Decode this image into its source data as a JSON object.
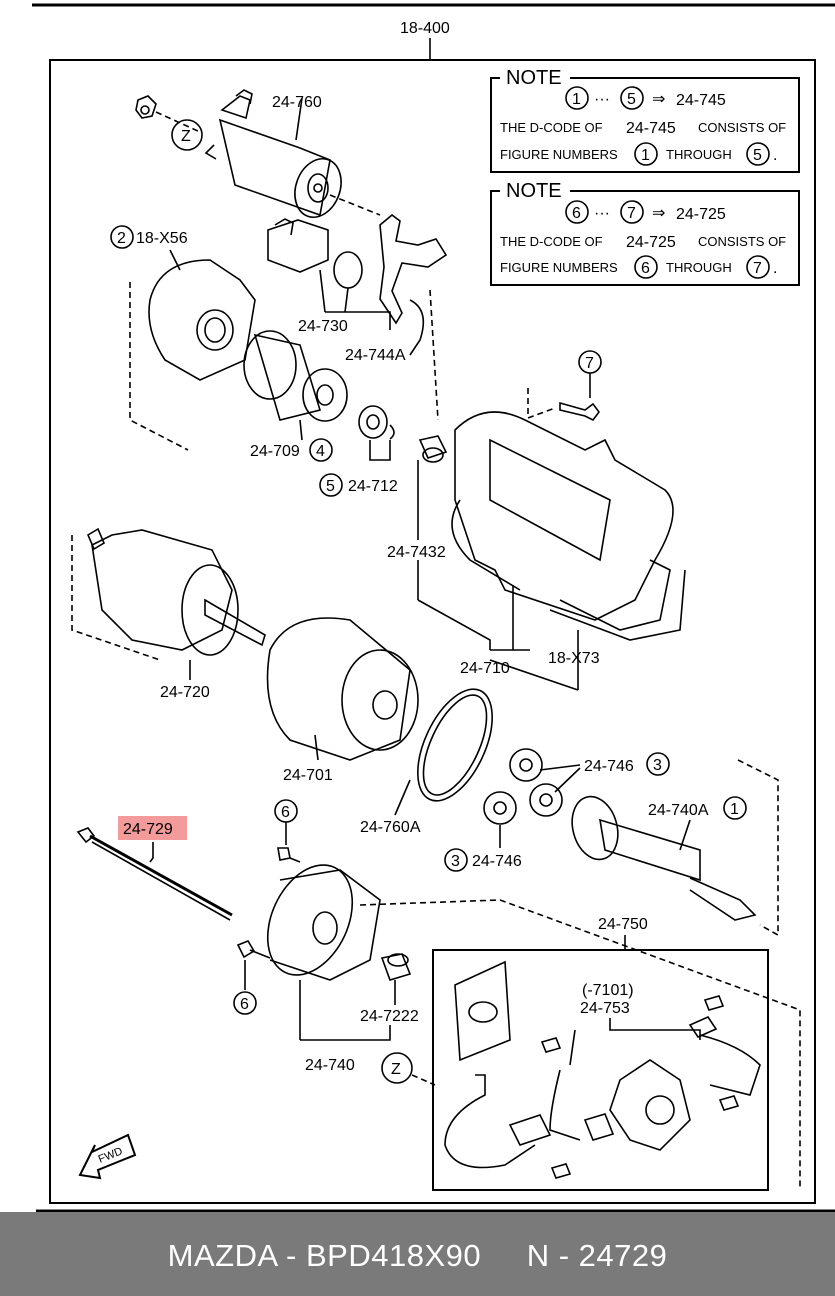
{
  "colors": {
    "highlight": "#f39a9a",
    "footer_bg": "#7a7a7a",
    "footer_text": "#ffffff"
  },
  "labels": {
    "assembly": "18-400",
    "solenoid": "24-760",
    "brush_holder_cover": "18-X56",
    "plunger": "24-730",
    "lever": "24-744A",
    "pinion": "24-709",
    "bearing_712": "24-712",
    "bush": "24-7432",
    "housing": "24-710",
    "gasket": "18-X73",
    "armature": "24-720",
    "yoke": "24-701",
    "ring_gear": "24-760A",
    "planet_gear_upper": "24-746",
    "planet_gear_lower": "24-746",
    "shaft": "24-740A",
    "through_bolt": "24-729",
    "end_cover": "24-740",
    "end_bush": "24-7222",
    "brush_plate": "24-750",
    "brush_holder_code": "(-7101)",
    "brush_holder": "24-753"
  },
  "markers": {
    "num1": "1",
    "num2": "2",
    "num3": "3",
    "num4": "4",
    "num5": "5",
    "num6": "6",
    "num7": "7",
    "z": "Z",
    "fwd": "FWD"
  },
  "notes": [
    {
      "heading": "NOTE",
      "range_start": "1",
      "ellipsis": "···",
      "range_end": "5",
      "arrow": "⇒",
      "target": "24-745",
      "line1_prefix": "THE D-CODE OF",
      "line1_code": "24-745",
      "line1_suffix": "CONSISTS OF",
      "line2_prefix": "FIGURE NUMBERS",
      "line2_through": "THROUGH",
      "period": "."
    },
    {
      "heading": "NOTE",
      "range_start": "6",
      "ellipsis": "···",
      "range_end": "7",
      "arrow": "⇒",
      "target": "24-725",
      "line1_prefix": "THE D-CODE OF",
      "line1_code": "24-725",
      "line1_suffix": "CONSISTS OF",
      "line2_prefix": "FIGURE NUMBERS",
      "line2_through": "THROUGH",
      "period": "."
    }
  ],
  "footer": {
    "brand_part": "MAZDA - BPD418X90",
    "ref": "N - 24729"
  }
}
